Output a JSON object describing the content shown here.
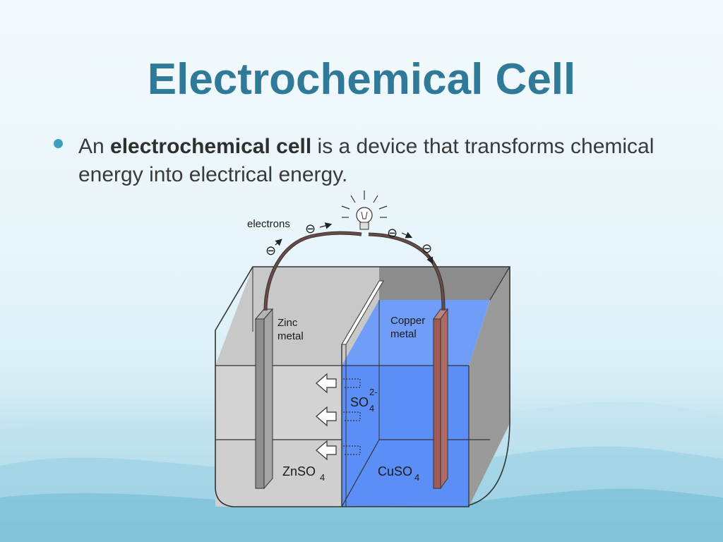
{
  "slide": {
    "title": "Electrochemical Cell",
    "bullet": {
      "prefix": "An ",
      "term": "electrochemical cell",
      "rest": " is a device that transforms chemical energy into electrical energy."
    }
  },
  "diagram": {
    "electrons_label": "electrons",
    "electron_symbol": "⊖",
    "zinc_label_line1": "Zinc",
    "zinc_label_line2": "metal",
    "copper_label_line1": "Copper",
    "copper_label_line2": "metal",
    "sulfate_base": "SO",
    "sulfate_sub": "4",
    "sulfate_sup": "2-",
    "left_solution_base": "ZnSO",
    "left_solution_sub": "4",
    "right_solution_base": "CuSO",
    "right_solution_sub": "4",
    "colors": {
      "title": "#2e7a98",
      "bullet": "#3aa0c4",
      "copper_solution": "#5b8ff7",
      "zinc_solution": "#d2d2d2",
      "copper_electrode": "#9e5b57",
      "zinc_electrode": "#8f8f8f",
      "wire": "#6b4a48"
    }
  }
}
